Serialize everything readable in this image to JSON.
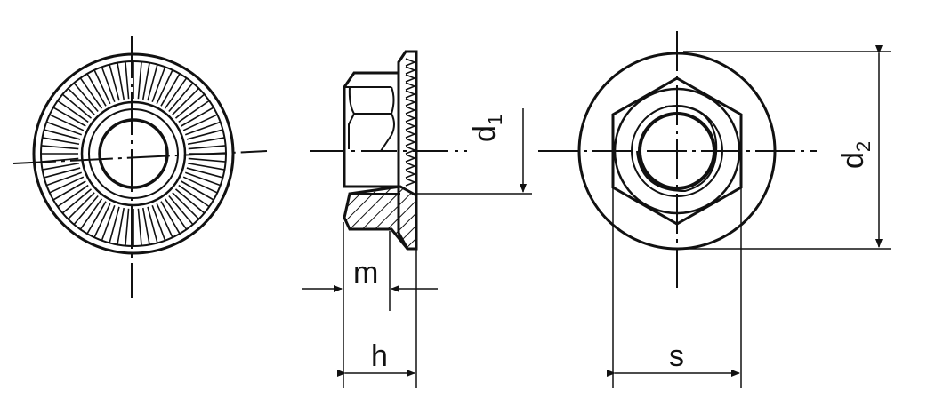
{
  "labels": {
    "d1_main": "d",
    "d1_sub": "1",
    "d2_main": "d",
    "d2_sub": "2",
    "m": "m",
    "h": "h",
    "s": "s"
  }
}
